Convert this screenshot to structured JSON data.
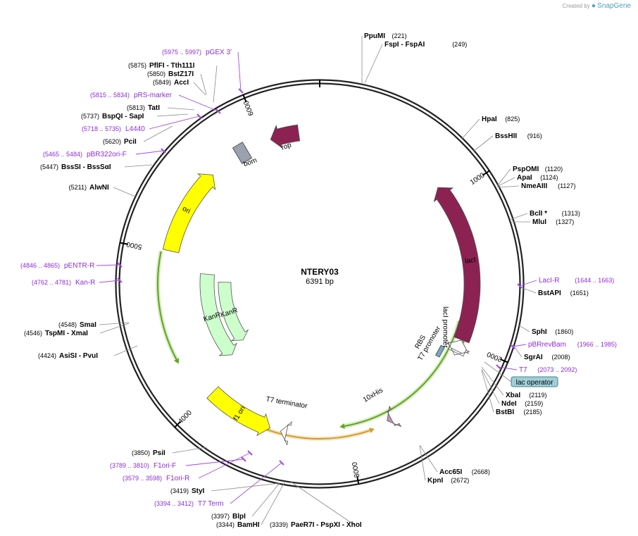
{
  "credit": {
    "prefix": "Created by",
    "brand": "SnapGene"
  },
  "plasmid": {
    "name": "NTERY03",
    "length": 6391,
    "size_label": "6391 bp"
  },
  "ticks": [
    "1000",
    "2000",
    "3000",
    "4000",
    "5000",
    "6000"
  ],
  "features": [
    {
      "name": "lacI",
      "type": "cds",
      "start": 902,
      "end": 1981,
      "dir": -1,
      "color": "#8b2252",
      "track": "mid"
    },
    {
      "name": "lacI promoter",
      "type": "promoter",
      "start": 1982,
      "end": 2060,
      "dir": -1,
      "color": "#ffffff",
      "track": "mid"
    },
    {
      "name": "T7 promoter",
      "type": "promoter",
      "start": 2073,
      "end": 2091,
      "dir": 1,
      "color": "#ffffff",
      "track": "mid"
    },
    {
      "name": "RBS",
      "type": "rbs",
      "start": 2110,
      "end": 2123,
      "dir": 1,
      "color": "#7aa7b8",
      "track": "mid"
    },
    {
      "name": "10xHis",
      "type": "tag",
      "start": 2700,
      "end": 2730,
      "dir": 1,
      "color": "#c991b4",
      "track": "mid"
    },
    {
      "name": "T7 terminator",
      "type": "terminator",
      "start": 3420,
      "end": 3460,
      "dir": 1,
      "color": "#ffffff",
      "track": "mid"
    },
    {
      "name": "f1 ori",
      "type": "ori",
      "start": 3533,
      "end": 3988,
      "dir": -1,
      "color": "#ffff00",
      "track": "mid"
    },
    {
      "name": "KanR",
      "type": "cds",
      "start": 4100,
      "end": 4880,
      "dir": -1,
      "color": "#ccffcc",
      "track": "inner"
    },
    {
      "name": "KanR",
      "type": "cds",
      "start": 4150,
      "end": 4810,
      "dir": -1,
      "color": "#ccffcc",
      "track": "inner2"
    },
    {
      "name": "ori",
      "type": "ori",
      "start": 5014,
      "end": 5602,
      "dir": 1,
      "color": "#ffff00",
      "track": "mid"
    },
    {
      "name": "bom",
      "type": "misc",
      "start": 5800,
      "end": 5895,
      "dir": 0,
      "color": "#9aa3ad",
      "track": "mid"
    },
    {
      "name": "rop",
      "type": "cds",
      "start": 6057,
      "end": 6250,
      "dir": -1,
      "color": "#8b2252",
      "track": "mid"
    }
  ],
  "orfs": [
    {
      "start": 1030,
      "end": 2050,
      "dir": -1,
      "color": "#5fa81a",
      "track": 220
    },
    {
      "start": 1862,
      "end": 3020,
      "dir": 1,
      "color": "#5fa81a",
      "track": 205
    },
    {
      "start": 2860,
      "end": 3560,
      "dir": -1,
      "color": "#d39c28",
      "track": 220
    },
    {
      "start": 4300,
      "end": 5000,
      "dir": -1,
      "color": "#5fa81a",
      "track": 230
    }
  ],
  "enzymes": [
    {
      "name": "PpuMI",
      "pos": "(221)",
      "bp": 221
    },
    {
      "name": "FspI",
      "sep": "-",
      "name2": "FspAI",
      "pos": "(249)",
      "bp": 249
    },
    {
      "name": "HpaI",
      "pos": "(825)",
      "bp": 825
    },
    {
      "name": "BssHII",
      "pos": "(916)",
      "bp": 916
    },
    {
      "name": "PspOMI",
      "pos": "(1120)",
      "bp": 1120
    },
    {
      "name": "ApaI",
      "pos": "(1124)",
      "bp": 1124
    },
    {
      "name": "NmeAIII",
      "pos": "(1127)",
      "bp": 1127
    },
    {
      "name": "BclI *",
      "pos": "(1313)",
      "bp": 1313
    },
    {
      "name": "MluI",
      "pos": "(1327)",
      "bp": 1327
    },
    {
      "name": "BstAPI",
      "pos": "(1651)",
      "bp": 1651
    },
    {
      "name": "SphI",
      "pos": "(1860)",
      "bp": 1860
    },
    {
      "name": "SgrAI",
      "pos": "(2008)",
      "bp": 2008
    },
    {
      "name": "XbaI",
      "pos": "(2119)",
      "bp": 2119
    },
    {
      "name": "NdeI",
      "pos": "(2159)",
      "bp": 2159
    },
    {
      "name": "BstBI",
      "pos": "(2185)",
      "bp": 2185
    },
    {
      "name": "Acc65I",
      "pos": "(2668)",
      "bp": 2668
    },
    {
      "name": "KpnI",
      "pos": "(2672)",
      "bp": 2672
    },
    {
      "name": "PaeR7I",
      "sep": "-",
      "name2": "PspXI",
      "sep2": "-",
      "name3": "XhoI",
      "pos": "(3339)",
      "bp": 3339
    },
    {
      "name": "BamHI",
      "pos": "(3344)",
      "bp": 3344
    },
    {
      "name": "BlpI",
      "pos": "(3397)",
      "bp": 3397
    },
    {
      "name": "StyI",
      "pos": "(3419)",
      "bp": 3419
    },
    {
      "name": "PsiI",
      "pos": "(3850)",
      "bp": 3850
    },
    {
      "name": "AsiSI",
      "sep": "-",
      "name2": "PvuI",
      "pos": "(4424)",
      "bp": 4424
    },
    {
      "name": "TspMI",
      "sep": "-",
      "name2": "XmaI",
      "pos": "(4546)",
      "bp": 4546
    },
    {
      "name": "SmaI",
      "pos": "(4548)",
      "bp": 4548
    },
    {
      "name": "AlwNI",
      "pos": "(5211)",
      "bp": 5211
    },
    {
      "name": "BssSI",
      "sep": "-",
      "name2": "BssSαI",
      "pos": "(5447)",
      "bp": 5447
    },
    {
      "name": "PciI",
      "pos": "(5620)",
      "bp": 5620
    },
    {
      "name": "BspQI",
      "sep": "-",
      "name2": "SapI",
      "pos": "(5737)",
      "bp": 5737
    },
    {
      "name": "TatI",
      "pos": "(5813)",
      "bp": 5813
    },
    {
      "name": "AccI",
      "pos": "(5849)",
      "bp": 5849
    },
    {
      "name": "BstZ17I",
      "pos": "(5850)",
      "bp": 5850
    },
    {
      "name": "PflFI",
      "sep": "-",
      "name2": "Tth111I",
      "pos": "(5875)",
      "bp": 5875
    }
  ],
  "primers": [
    {
      "name": "pGEX 3'",
      "range": "(5975 .. 5997)",
      "bp": 5986
    },
    {
      "name": "pRS-marker",
      "range": "(5815 .. 5834)",
      "bp": 5825
    },
    {
      "name": "L4440",
      "range": "(5718 .. 5735)",
      "bp": 5727
    },
    {
      "name": "pBR322ori-F",
      "range": "(5465 .. 5484)",
      "bp": 5475
    },
    {
      "name": "LacI-R",
      "range": "(1644 .. 1663)",
      "bp": 1653
    },
    {
      "name": "pBRrevBam",
      "range": "(1966 .. 1985)",
      "bp": 1976
    },
    {
      "name": "T7",
      "range": "(2073 .. 2092)",
      "bp": 2083
    },
    {
      "name": "pENTR-R",
      "range": "(4846 .. 4865)",
      "bp": 4856
    },
    {
      "name": "Kan-R",
      "range": "(4762 .. 4781)",
      "bp": 4772
    },
    {
      "name": "F1ori-F",
      "range": "(3789 .. 3810)",
      "bp": 3800
    },
    {
      "name": "F1ori-R",
      "range": "(3579 .. 3598)",
      "bp": 3588
    },
    {
      "name": "T7 Term",
      "range": "(3394 .. 3412)",
      "bp": 3403
    }
  ],
  "misc_labels": [
    {
      "name": "lac operator",
      "bp": 2100,
      "color": "#9fcfd8"
    }
  ]
}
